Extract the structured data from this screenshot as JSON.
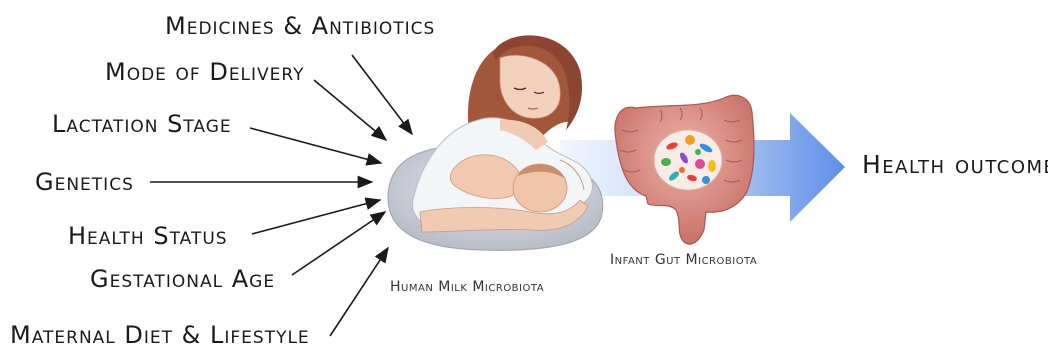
{
  "factors": {
    "medicines": "Medicines & Antibiotics",
    "delivery": "Mode of Delivery",
    "lactation": "Lactation Stage",
    "genetics": "Genetics",
    "health": "Health Status",
    "gestational": "Gestational Age",
    "diet": "Maternal Diet & Lifestyle"
  },
  "captions": {
    "milk": "Human Milk Microbiota",
    "gut": "Infant Gut Microbiota"
  },
  "outcome": "Health outcomes",
  "colors": {
    "arrow_light": "#dce8fb",
    "arrow_dark": "#5f8ee8",
    "intestine": "#d88a82",
    "hair": "#a2563a",
    "pillow": "#c9cdd6"
  }
}
